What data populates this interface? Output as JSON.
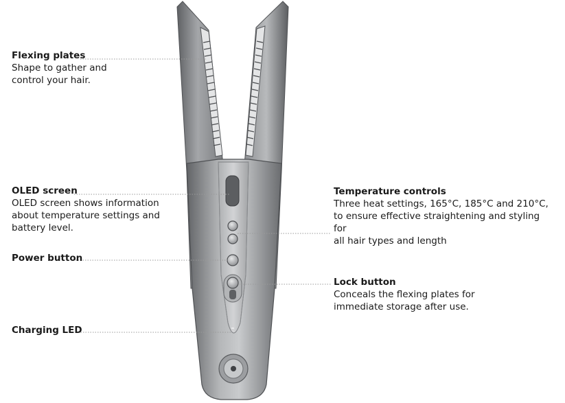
{
  "callouts": {
    "flexing_plates": {
      "title": "Flexing plates",
      "desc": [
        "Shape to gather and",
        "control your hair."
      ]
    },
    "oled_screen": {
      "title": "OLED screen",
      "desc": [
        "OLED screen shows information",
        "about temperature settings and",
        "battery level."
      ]
    },
    "power_button": {
      "title": "Power button"
    },
    "charging_led": {
      "title": "Charging LED"
    },
    "temperature_controls": {
      "title": "Temperature controls",
      "desc": [
        "Three heat settings, 165°C, 185°C and 210°C,",
        "to ensure effective straightening and styling for",
        "all hair types and length"
      ]
    },
    "lock_button": {
      "title": "Lock button",
      "desc": [
        "Conceals the flexing plates for",
        "immediate storage after use."
      ]
    }
  },
  "colors": {
    "body_dark": "#6e7073",
    "body_mid": "#a7a9ac",
    "body_light": "#d9dadb",
    "panel": "#c5c7c9",
    "leader": "#9a9a9a"
  }
}
